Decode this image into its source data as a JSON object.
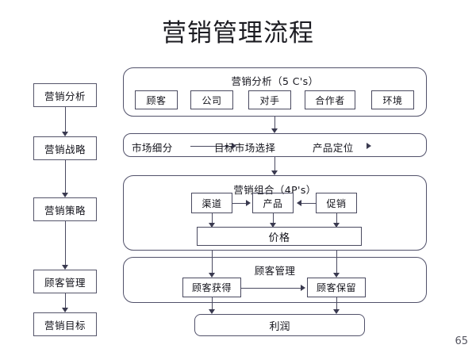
{
  "slide": {
    "title": "营销管理流程",
    "page_number": "65",
    "ink_color": "#4a4a60",
    "text_color": "#12121a",
    "background": "#ffffff"
  },
  "stages": [
    {
      "label": "营销分析"
    },
    {
      "label": "营销战略"
    },
    {
      "label": "营销策略"
    },
    {
      "label": "顾客管理"
    },
    {
      "label": "营销目标"
    }
  ],
  "panels": {
    "analysis": {
      "title": "营销分析（5 C's）",
      "items": [
        {
          "label": "顾客"
        },
        {
          "label": "公司"
        },
        {
          "label": "对手"
        },
        {
          "label": "合作者"
        },
        {
          "label": "环境"
        }
      ]
    },
    "strategy": {
      "items": [
        {
          "label": "市场细分"
        },
        {
          "label": "目标市场选择"
        },
        {
          "label": "产品定位"
        }
      ]
    },
    "mix": {
      "title": "营销组合（4P's）",
      "items": [
        {
          "label": "渠道"
        },
        {
          "label": "产品"
        },
        {
          "label": "促销"
        }
      ],
      "price": {
        "label": "价格"
      }
    },
    "customer": {
      "title": "顾客管理",
      "items": [
        {
          "label": "顾客获得"
        },
        {
          "label": "顾客保留"
        }
      ]
    },
    "profit": {
      "label": "利润"
    }
  }
}
